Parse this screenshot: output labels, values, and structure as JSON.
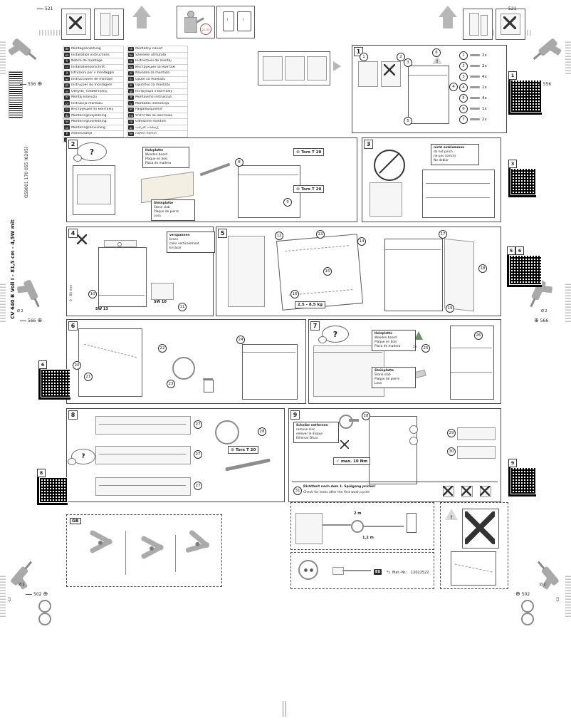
{
  "icons": {
    "question": "?",
    "crosshair": "⊕",
    "torx": "⊛",
    "check": "✓",
    "warning": "!"
  },
  "header": {
    "dim_top_left": "521",
    "dim_top_right": "521",
    "install_time": "20-35",
    "info_badge": "i"
  },
  "edge": {
    "dim_upper_left": "556",
    "dim_upper_right": "556",
    "dim_mid_left": "566",
    "dim_mid_right": "566",
    "dim_lower_left": "502",
    "dim_lower_right": "502",
    "drill_dia": "Ø 2",
    "drill_depth": "-12",
    "model_vertical": "CV 640 B Voll I - 81,5 cm - 4,5W mit",
    "doc_number_vertical": "GS9001 170 055 (0205)"
  },
  "languages_left": [
    {
      "code": "de",
      "label": "Montageanleitung"
    },
    {
      "code": "en",
      "label": "Installation instructions"
    },
    {
      "code": "fr",
      "label": "Notice de montage"
    },
    {
      "code": "nl",
      "label": "Installatievoorschrift"
    },
    {
      "code": "it",
      "label": "Istruzioni per il montaggio"
    },
    {
      "code": "es",
      "label": "Instrucciones de montaje"
    },
    {
      "code": "pt",
      "label": "Instruções de montagem"
    },
    {
      "code": "el",
      "label": "Οδηγίες τοποθέτησης"
    },
    {
      "code": "tr",
      "label": "Montaj kılavuzu"
    },
    {
      "code": "pl",
      "label": "Instrukcja montażu"
    },
    {
      "code": "ru",
      "label": "Инструкция по монтажу"
    },
    {
      "code": "da",
      "label": "Monteringsvejledning"
    },
    {
      "code": "no",
      "label": "Monteringsveiledning"
    },
    {
      "code": "sv",
      "label": "Monteringsanvisning"
    },
    {
      "code": "fi",
      "label": "Asennusohje"
    },
    {
      "code": "cs",
      "label": "Montážní návod"
    }
  ],
  "languages_right": [
    {
      "code": "sk",
      "label": "Montážny návod"
    },
    {
      "code": "hu",
      "label": "Szerelési útmutató"
    },
    {
      "code": "ro",
      "label": "Instrucţiuni de montaj"
    },
    {
      "code": "bg",
      "label": "Инструкция за монтаж"
    },
    {
      "code": "sl",
      "label": "Navodila za montažo"
    },
    {
      "code": "hr",
      "label": "Upute za montažu"
    },
    {
      "code": "sr",
      "label": "Uputstvo za montažu"
    },
    {
      "code": "uk",
      "label": "Інструкція з монтажу"
    },
    {
      "code": "lt",
      "label": "Montavimo instrukcija"
    },
    {
      "code": "lv",
      "label": "Montāžas instrukcija"
    },
    {
      "code": "et",
      "label": "Paigaldusjuhend"
    },
    {
      "code": "mk",
      "label": "Упатство за монтажа"
    },
    {
      "code": "sq",
      "label": "Udhëzime montimi"
    },
    {
      "code": "ar",
      "label": "إرشادات التركيب"
    },
    {
      "code": "he",
      "label": "הוראות התקנה"
    },
    {
      "code": "zh",
      "label": "安装说明"
    }
  ],
  "qr": {
    "q1": "1",
    "q3": "3",
    "q5": "5",
    "q6": "6",
    "q8": "8",
    "q9": "9"
  },
  "step1": {
    "num": "1",
    "parts": [
      {
        "no": "1",
        "qty": "2x"
      },
      {
        "no": "2",
        "qty": "2x"
      },
      {
        "no": "3",
        "qty": "4x"
      },
      {
        "no": "4",
        "qty": "1x"
      },
      {
        "no": "5",
        "qty": "4x"
      },
      {
        "no": "6",
        "qty": "1x"
      },
      {
        "no": "7",
        "qty": "2x"
      }
    ]
  },
  "step2": {
    "num": "2",
    "wood": [
      "Holzplatte",
      "Wooden board",
      "Plaque en bois",
      "Placa de madera"
    ],
    "stone": [
      "Steinplatte",
      "Stone slab",
      "Plaque de pierre",
      "Losa"
    ],
    "torx_top": "Torx T 20",
    "torx_bottom": "Torx T 20",
    "badges": [
      "8",
      "9"
    ]
  },
  "step3": {
    "num": "3",
    "note": [
      "nicht einklemmen",
      "do not pinch",
      "ne pas coincer",
      "No doblar"
    ]
  },
  "step4": {
    "num": "4",
    "note": [
      "verspannen",
      "brace",
      "caler verticalement",
      "Enrasar"
    ],
    "range": "0 - 60 mm",
    "sw13": "SW 13",
    "sw10": "SW 10",
    "badges": [
      "10",
      "11"
    ]
  },
  "step5": {
    "num": "5",
    "weight": "2,5 - 8,5 kg",
    "badges": [
      "12",
      "13",
      "14",
      "15",
      "16",
      "17",
      "18",
      "19"
    ]
  },
  "step6": {
    "num": "6",
    "badges": [
      "20",
      "21",
      "22",
      "23",
      "24"
    ]
  },
  "step7": {
    "num": "7",
    "wood": [
      "Holzplatte",
      "Wooden board",
      "Plaque en bois",
      "Placa de madera"
    ],
    "stone": [
      "Steinplatte",
      "Stone slab",
      "Plaque de pierre",
      "Losa"
    ],
    "qty": "2x",
    "badges": [
      "25",
      "26"
    ]
  },
  "step8": {
    "num": "8",
    "torx": "Torx T 20",
    "badges": [
      "27",
      "27",
      "27",
      "28"
    ]
  },
  "step9": {
    "num": "9",
    "remove_disc": [
      "Scheibe entfernen",
      "remove disc",
      "enlever le disque",
      "Eliminar Disco"
    ],
    "torque": "max. 10 Nm",
    "check": [
      "Dichtheit nach dem 1. Spülgang prüfen!",
      "Check for leaks after the first wash cycle!"
    ],
    "badges": [
      "28",
      "29",
      "30",
      "31"
    ]
  },
  "gb": {
    "label": "GB"
  },
  "bottom": {
    "hose_long": "2 m",
    "hose_short": "1,2 m",
    "eu": "EU",
    "note_star": "*)",
    "mat_label": "Mat.-Nr.:",
    "mat_nr": "12022522"
  }
}
